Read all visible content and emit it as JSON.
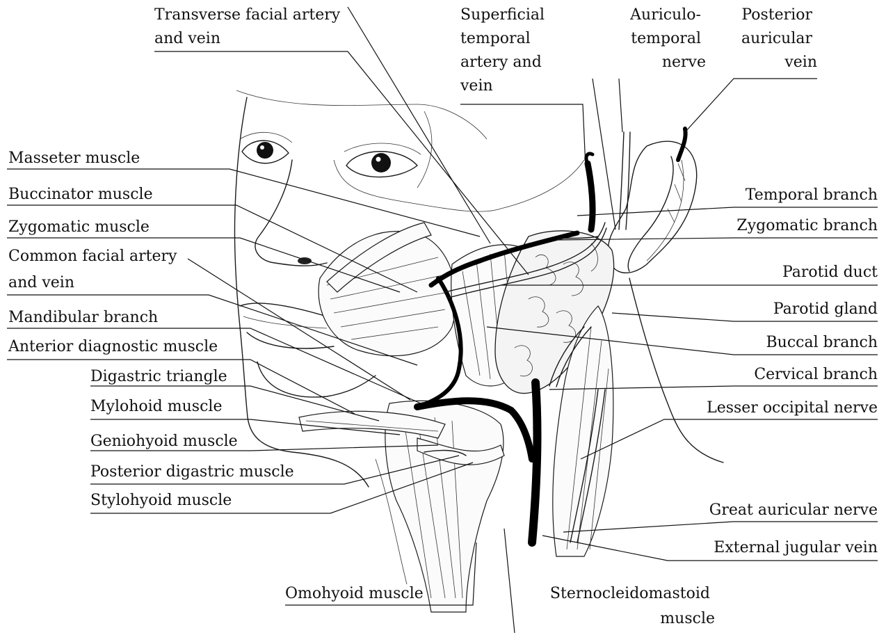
{
  "labels": {
    "transverse_facial": [
      "Transverse facial artery",
      "and vein"
    ],
    "superficial_temporal": [
      "Superficial",
      "temporal",
      "artery and",
      "vein"
    ],
    "auriculotemporal": [
      "Auriculo-",
      "temporal",
      "nerve"
    ],
    "posterior_auricular": [
      "Posterior",
      "auricular",
      "vein"
    ],
    "masseter": "Masseter muscle",
    "buccinator": "Buccinator muscle",
    "zygomatic_muscle": "Zygomatic muscle",
    "common_facial": [
      "Common facial artery",
      "and vein"
    ],
    "mandibular_branch": "Mandibular branch",
    "anterior_diagnostic": "Anterior diagnostic muscle",
    "digastric_triangle": "Digastric triangle",
    "mylohoid": "Mylohoid muscle",
    "geniohyoid": "Geniohyoid muscle",
    "posterior_digastric": "Posterior digastric muscle",
    "stylohyoid": "Stylohyoid muscle",
    "temporal_branch": "Temporal branch",
    "zygomatic_branch": "Zygomatic branch",
    "parotid_duct": "Parotid duct",
    "parotid_gland": "Parotid gland",
    "buccal_branch": "Buccal branch",
    "cervical_branch": "Cervical branch",
    "lesser_occipital": "Lesser occipital nerve",
    "great_auricular": "Great auricular nerve",
    "external_jugular": "External jugular vein",
    "omohyoid": "Omohyoid muscle",
    "sternocleidomastoid": [
      "Sternocleidomastoid",
      "muscle"
    ]
  }
}
